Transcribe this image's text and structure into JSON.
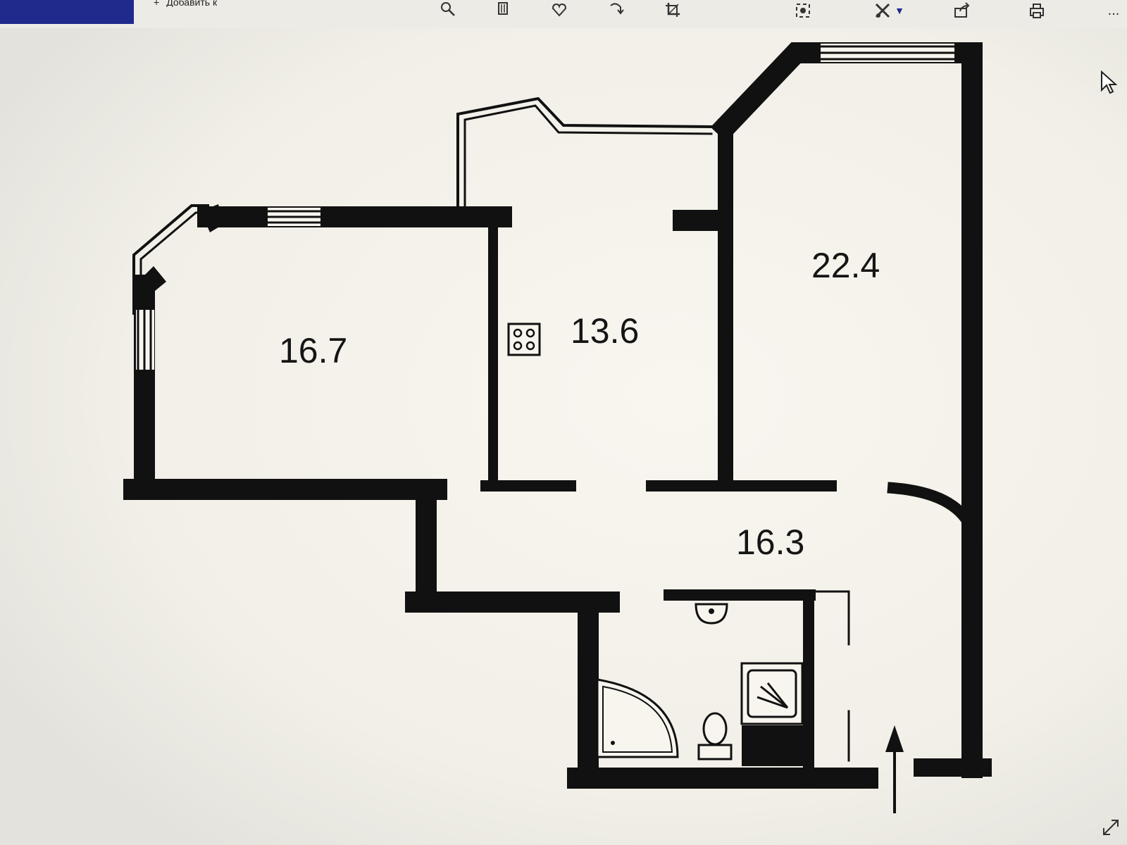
{
  "toolbar": {
    "primary_button_label": "",
    "add_to_label": "Добавить к",
    "add_icon": "plus-icon",
    "icons": [
      "zoom-icon",
      "delete-icon",
      "favorite-icon",
      "rotate-icon",
      "crop-icon",
      "focus-icon",
      "edit-tools-icon",
      "share-icon",
      "print-icon",
      "more-icon"
    ],
    "more_glyph": "..."
  },
  "floorplan": {
    "rooms": [
      {
        "id": "room-left",
        "area": "16.7"
      },
      {
        "id": "kitchen",
        "area": "13.6"
      },
      {
        "id": "room-right",
        "area": "22.4"
      },
      {
        "id": "hallway",
        "area": "16.3"
      }
    ],
    "entrance_marker": "arrow-up-icon"
  },
  "colors": {
    "toolbar_button": "#1f2a8c",
    "wall": "#111111",
    "paper": "#f5f3ec"
  }
}
